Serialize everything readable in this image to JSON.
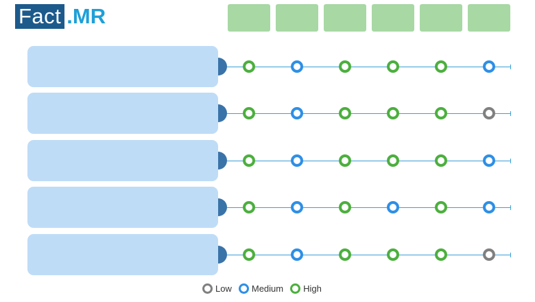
{
  "logo": {
    "part1": "Fact",
    "part2": ".MR"
  },
  "colors": {
    "logo_box": "#1d5a8c",
    "logo_accent": "#1ea0d8",
    "header_cell": "#a8d8a4",
    "row_label": "#bfdcf7",
    "row_cap": "#3a73a8",
    "line": "#3a9fd6"
  },
  "header_cells": [
    "",
    "",
    "",
    "",
    "",
    ""
  ],
  "levels": {
    "low": {
      "label": "Low",
      "color": "#808080"
    },
    "medium": {
      "label": "Medium",
      "color": "#2e8fe6"
    },
    "high": {
      "label": "High",
      "color": "#4caf3e"
    }
  },
  "rows": [
    {
      "label": "",
      "ratings": [
        "high",
        "medium",
        "high",
        "high",
        "high",
        "medium"
      ]
    },
    {
      "label": "",
      "ratings": [
        "high",
        "medium",
        "high",
        "high",
        "high",
        "low"
      ]
    },
    {
      "label": "",
      "ratings": [
        "high",
        "medium",
        "high",
        "high",
        "high",
        "medium"
      ]
    },
    {
      "label": "",
      "ratings": [
        "high",
        "medium",
        "high",
        "medium",
        "high",
        "medium"
      ]
    },
    {
      "label": "",
      "ratings": [
        "high",
        "medium",
        "high",
        "high",
        "high",
        "low"
      ]
    }
  ],
  "legend": [
    "low",
    "medium",
    "high"
  ]
}
